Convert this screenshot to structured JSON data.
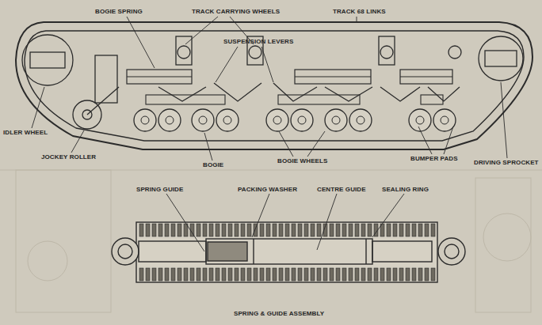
{
  "diagram": {
    "caption": "SPRING & GUIDE ASSEMBLY",
    "labels": [
      "BOGIE SPRING",
      "TRACK CARRYING WHEELS",
      "TRACK 68 LINKS",
      "SUSPENSION LEVERS",
      "IDLER WHEEL",
      "JOCKEY ROLLER",
      "BOGIE",
      "BOGIE WHEELS",
      "BUMPER PADS",
      "DRIVING SPROCKET",
      "SPRING GUIDE",
      "PACKING WASHER",
      "CENTRE GUIDE",
      "SEALING RING"
    ]
  }
}
